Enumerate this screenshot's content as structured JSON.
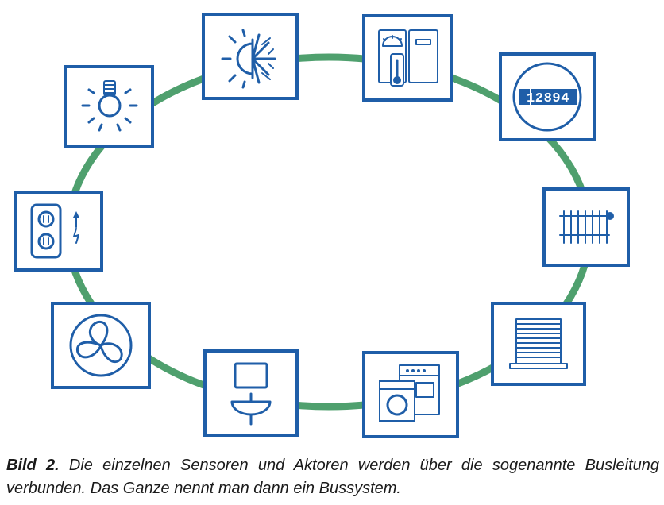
{
  "diagram": {
    "colors": {
      "bus_line": "#4fa06e",
      "box_border": "#1f5ea8",
      "icon": "#1f5ea8",
      "background": "#ffffff"
    },
    "nodes": [
      {
        "name": "light-bulb",
        "icon": "light-bulb-icon"
      },
      {
        "name": "climate-sun-snow",
        "icon": "sun-snowflake-icon"
      },
      {
        "name": "heating-thermometer",
        "icon": "heating-thermometer-icon"
      },
      {
        "name": "energy-meter",
        "icon": "meter-icon",
        "text": "12894"
      },
      {
        "name": "radiator",
        "icon": "radiator-icon"
      },
      {
        "name": "window-blind",
        "icon": "window-blind-icon"
      },
      {
        "name": "washing-machine-oven",
        "icon": "washing-machine-icon"
      },
      {
        "name": "sink-mirror",
        "icon": "sink-icon"
      },
      {
        "name": "ventilation-fan",
        "icon": "fan-icon"
      },
      {
        "name": "power-socket",
        "icon": "power-socket-icon"
      }
    ]
  },
  "caption": {
    "label": "Bild 2.",
    "text": " Die einzelnen Sensoren und Aktoren werden über die sogenannte Busleitung verbunden. Das Ganze nennt man dann ein Bussystem."
  }
}
